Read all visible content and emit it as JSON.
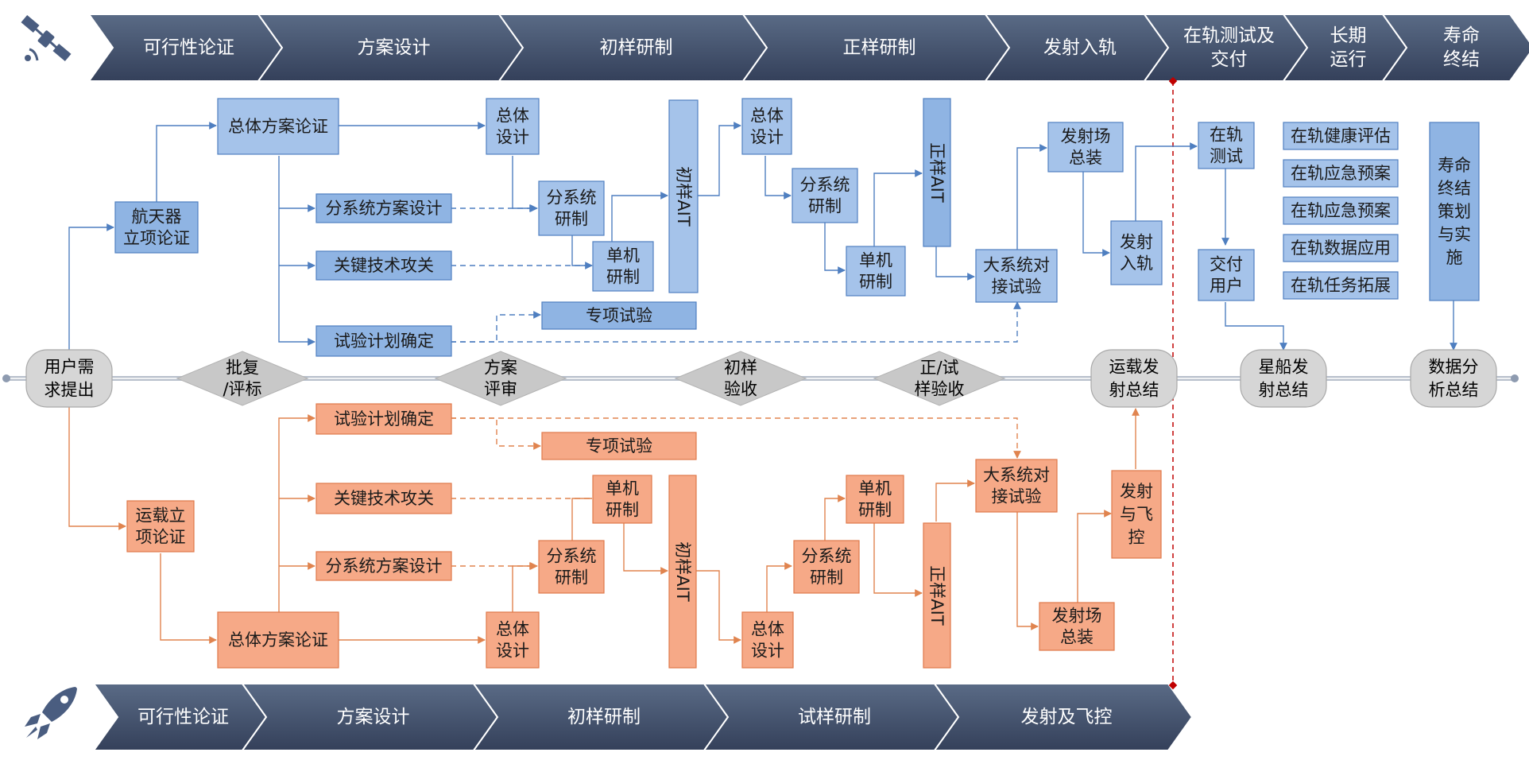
{
  "top_phases": [
    "可行性论证",
    "方案设计",
    "初样研制",
    "正样研制",
    "发射入轨",
    "在轨测试及\n交付",
    "长期\n运行",
    "寿命\n终结"
  ],
  "bottom_phases": [
    "可行性论证",
    "方案设计",
    "初样研制",
    "试样研制",
    "发射及飞控"
  ],
  "timeline_nodes": [
    "用户需\n求提出",
    "运载发\n射总结",
    "星船发\n射总结",
    "数据分\n析总结"
  ],
  "milestones": [
    "批复\n/评标",
    "方案\n评审",
    "初样\n验收",
    "正/试\n样验收"
  ],
  "upper": {
    "feasibility": "航天器\n立项论证",
    "overall_plan": "总体方案论证",
    "subsystem_plan": "分系统方案设计",
    "key_tech": "关键技术攻关",
    "test_plan": "试验计划确定",
    "overall_design_1": "总体\n设计",
    "subsystem_dev_1": "分系统\n研制",
    "unit_dev_1": "单机\n研制",
    "special_test": "专项试验",
    "prototype_ait": "初样AIT",
    "overall_design_2": "总体\n设计",
    "subsystem_dev_2": "分系统\n研制",
    "unit_dev_2": "单机\n研制",
    "flight_ait": "正样AIT",
    "system_test": "大系统对\n接试验",
    "launch_assembly": "发射场\n总装",
    "orbit_entry": "发射\n入轨",
    "orbit_test": "在轨\n测试",
    "deliver": "交付\n用户",
    "ops_items": [
      "在轨健康评估",
      "在轨应急预案",
      "在轨应急预案",
      "在轨数据应用",
      "在轨任务拓展"
    ],
    "eol": "寿命\n终结\n策划\n与实\n施"
  },
  "lower": {
    "feasibility": "运载立\n项论证",
    "overall_plan": "总体方案论证",
    "subsystem_plan": "分系统方案设计",
    "key_tech": "关键技术攻关",
    "test_plan": "试验计划确定",
    "special_test": "专项试验",
    "unit_dev_1": "单机\n研制",
    "subsystem_dev_1": "分系统\n研制",
    "overall_design_1": "总体\n设计",
    "prototype_ait": "初样AIT",
    "overall_design_2": "总体\n设计",
    "subsystem_dev_2": "分系统\n研制",
    "unit_dev_2": "单机\n研制",
    "trial_ait": "正样AIT",
    "system_test": "大系统对\n接试验",
    "launch_assembly": "发射场\n总装",
    "launch_control": "发射\n与飞\n控"
  },
  "colors": {
    "chevron": "#3f4c63",
    "blue_fill": "#8fb4e3",
    "orange_fill": "#f6a987",
    "divider": "#c00000"
  },
  "icons": [
    "satellite-icon",
    "rocket-icon"
  ]
}
